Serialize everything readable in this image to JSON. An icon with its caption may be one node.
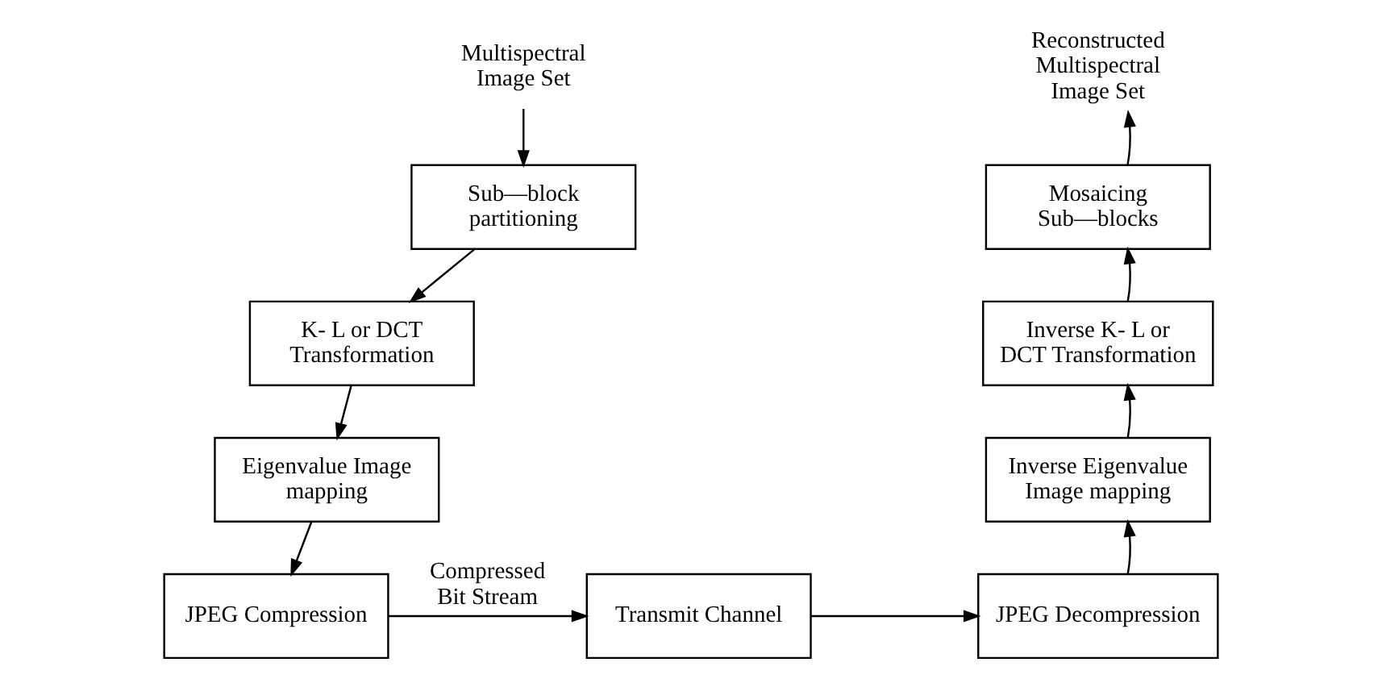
{
  "diagram": {
    "nodes": [
      {
        "text": [
          "Multispectral Image Set"
        ]
      },
      {
        "text": [
          "Sub—block partitioning"
        ]
      },
      {
        "text": [
          "K- L or DCT Transformation"
        ]
      },
      {
        "text": [
          "Eigenvalue Image mapping"
        ]
      },
      {
        "text": [
          "JPEG Compression"
        ]
      },
      {
        "text": [
          "Transmit Channel"
        ]
      },
      {
        "text": [
          "JPEG Decompression"
        ]
      },
      {
        "text": [
          "Inverse Eigenvalue Image mapping"
        ]
      },
      {
        "text": [
          "Inverse K- L or DCT Transformation"
        ]
      },
      {
        "text": [
          "Mosaicing Sub—blocks"
        ]
      },
      {
        "text": [
          "Reconstructed Multispectral Image Set"
        ]
      }
    ],
    "edges": [
      {
        "from": 0,
        "to": 1,
        "arrow": "to"
      },
      {
        "from": 1,
        "to": 2,
        "arrow": "to"
      },
      {
        "from": 2,
        "to": 3,
        "arrow": "to"
      },
      {
        "from": 3,
        "to": 4,
        "arrow": "to"
      },
      {
        "from": 4,
        "to": 5,
        "arrow": "to",
        "label": "Compressed Bit Stream"
      },
      {
        "from": 5,
        "to": 6,
        "arrow": "to"
      },
      {
        "from": 6,
        "to": 7,
        "arrow": "to"
      },
      {
        "from": 7,
        "to": 8,
        "arrow": "to"
      },
      {
        "from": 8,
        "to": 9,
        "arrow": "to"
      },
      {
        "from": 9,
        "to": 10,
        "arrow": "to"
      }
    ]
  }
}
